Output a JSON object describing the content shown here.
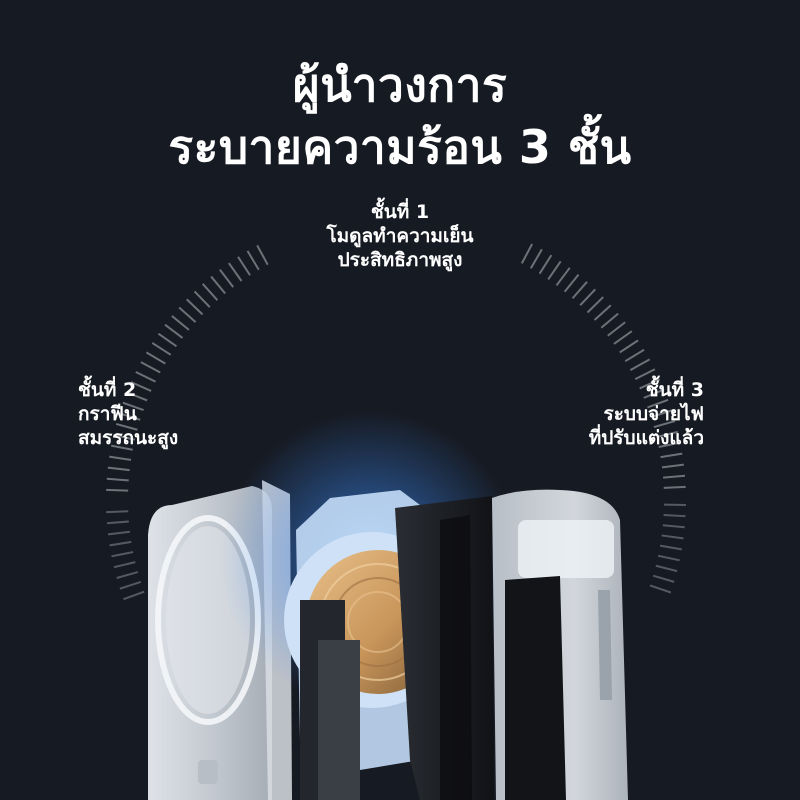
{
  "headline": {
    "line1": "ผู้นำวงการ",
    "line2": "ระบายความร้อน 3 ชั้น"
  },
  "layers": [
    {
      "name": "ชั้นที่ 1",
      "line1": "โมดูลทำความเย็น",
      "line2": "ประสิทธิภาพสูง"
    },
    {
      "name": "ชั้นที่ 2",
      "line1": "กราฟีน",
      "line2": "สมรรถนะสูง"
    },
    {
      "name": "ชั้นที่ 3",
      "line1": "ระบบจ่ายไฟ",
      "line2": "ที่ปรับแต่งแล้ว"
    }
  ],
  "colors": {
    "background": "#161a22",
    "text": "#ffffff",
    "tick": "#8a8e95",
    "glow": "#3d8fff",
    "copper": "#c8955a"
  }
}
